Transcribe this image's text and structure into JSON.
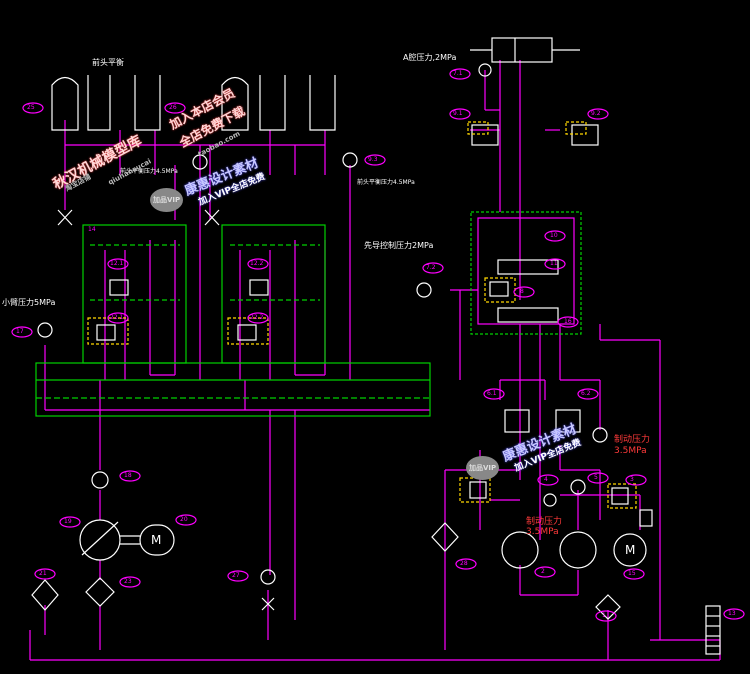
{
  "labels": {
    "top_a_pressure": "A腔压力,2MPa",
    "top_left_title": "前头平衡",
    "left_gauge_a": "前头平衡压力4.5MPa",
    "left_gauge_b": "前头平衡压力4.5MPa",
    "pilot_pressure": "先导控制压力2MPa",
    "left_side_pressure": "小臂压力5MPa",
    "brake_pressure_1": "制动压力",
    "brake_pressure_1_val": "3.5MPa",
    "brake_pressure_2": "制动压力",
    "brake_pressure_2_val": "3.5MPa"
  },
  "watermarks": {
    "shop_name": "秋汉机械模型库",
    "member_line1": "加入本店会员",
    "member_line2": "全店免费下载",
    "shop_label": "淘宝店铺",
    "url": "qiuhansucai",
    "taobao": "taobao.com",
    "design_a": "康惠设计素材",
    "vip_a": "加入VIP全店免费",
    "design_b": "康惠设计素材",
    "vip_b": "加入VIP全店免费",
    "stamp_a": "加品VIP",
    "stamp_b": "加品VIP"
  },
  "tags": {
    "t25": "25",
    "t26": "26",
    "t27": "27",
    "t28": "28",
    "t7a": "7.1",
    "t7b": "7.2",
    "t9a": "9.1",
    "t9b": "9.2",
    "t9c": "9.3",
    "t12a": "12.1",
    "t12b": "12.2",
    "t22a": "22.1",
    "t22b": "22.2",
    "t10": "10",
    "t11": "11",
    "t8": "8",
    "t16": "16",
    "t17": "17",
    "t18": "18",
    "t19": "19",
    "t20": "20",
    "t21": "21",
    "t23": "23",
    "t6a": "6.1",
    "t6b": "6.2",
    "t4": "4",
    "t5": "5",
    "t3": "3",
    "t2": "2",
    "t1": "1",
    "t15": "15",
    "t13": "13",
    "t14": "14"
  },
  "symbols": {
    "motor_left": "M",
    "motor_right": "M"
  },
  "colors": {
    "line": "#ff00ff",
    "frame": "#00d000",
    "component": "#ffffff",
    "accent": "#ffd800",
    "tag": "#ff00ff",
    "annotation": "#ff3a3a"
  }
}
